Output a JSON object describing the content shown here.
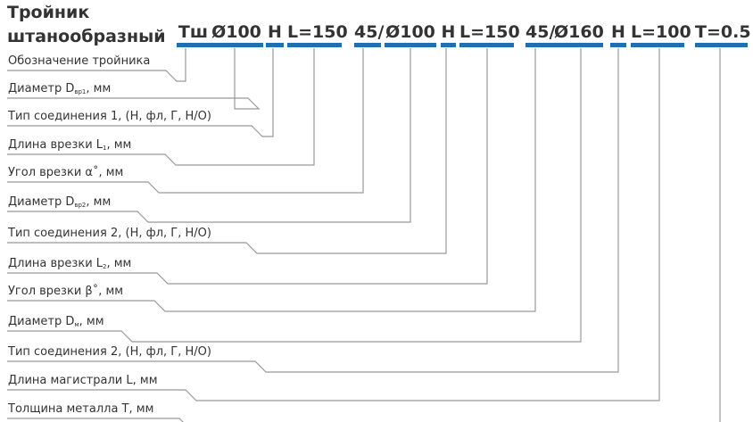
{
  "title": {
    "line1": "Тройник",
    "line2": "штанообразный"
  },
  "code_segments": [
    "Тш",
    "Ø100",
    "Н",
    "L=150",
    "45/",
    "Ø100",
    "Н",
    "L=150",
    "45/",
    "Ø160",
    "Н",
    "L=100",
    "Т=0.5"
  ],
  "labels": [
    {
      "text": "Обозначение тройника",
      "sub": "",
      "suffix": ""
    },
    {
      "text": "Диаметр D",
      "sub": "вр1",
      "suffix": ", мм"
    },
    {
      "text": "Тип соединения 1, (Н, фл, Г, Н/О)",
      "sub": "",
      "suffix": ""
    },
    {
      "text": "Длина врезки L",
      "sub": "1",
      "suffix": ", мм"
    },
    {
      "text": "Угол врезки α˚, мм",
      "sub": "",
      "suffix": ""
    },
    {
      "text": "Диаметр D",
      "sub": "вр2",
      "suffix": ", мм"
    },
    {
      "text": "Тип соединения 2, (Н, фл, Г, Н/О)",
      "sub": "",
      "suffix": ""
    },
    {
      "text": "Длина врезки L",
      "sub": "2",
      "suffix": ", мм"
    },
    {
      "text": "Угол врезки β˚, мм",
      "sub": "",
      "suffix": ""
    },
    {
      "text": "Диаметр D",
      "sub": "м",
      "suffix": ", мм"
    },
    {
      "text": "Тип соединения 2, (Н, фл, Г, Н/О)",
      "sub": "",
      "suffix": ""
    },
    {
      "text": "Длина магистрали L, мм",
      "sub": "",
      "suffix": ""
    },
    {
      "text": "Толщина металла Т, мм",
      "sub": "",
      "suffix": ""
    }
  ],
  "colors": {
    "accent_bar": "#1e6fb3",
    "line": "#999999",
    "text": "#333333"
  }
}
